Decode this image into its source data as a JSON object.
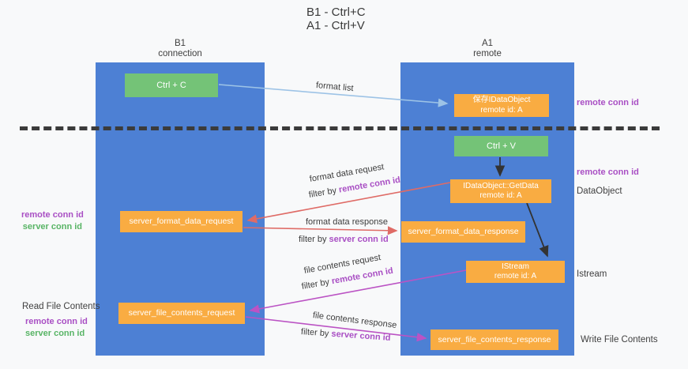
{
  "title": {
    "line1": "B1 - Ctrl+C",
    "line2": "A1 - Ctrl+V"
  },
  "columns": {
    "b1": {
      "name": "B1",
      "role": "connection"
    },
    "a1": {
      "name": "A1",
      "role": "remote"
    }
  },
  "boxes": {
    "ctrl_c": "Ctrl + C",
    "ctrl_v": "Ctrl + V",
    "save_idataobject": {
      "title": "保存IDataObject",
      "subtitle": "remote id: A"
    },
    "getdata": {
      "title": "IDataObject::GetData",
      "subtitle": "remote id: A"
    },
    "istream": {
      "title": "IStream",
      "subtitle": "remote id: A"
    },
    "server_format_data_request": "server_format_data_request",
    "server_format_data_response": "server_format_data_response",
    "server_file_contents_request": "server_file_contents_request",
    "server_file_contents_response": "server_file_contents_response"
  },
  "labels": {
    "format_list": "format list",
    "format_data_request": "format data request",
    "format_data_response": "format data response",
    "file_contents_request": "file contents request",
    "file_contents_response": "file contents response",
    "filter_by": "filter by ",
    "remote_conn_id": "remote conn id",
    "server_conn_id": "server conn id",
    "dataobject": "DataObject",
    "istream": "Istream",
    "read_file_contents": "Read File Contents",
    "write_file_contents": "Write File Contents"
  },
  "colors": {
    "lifeline_blue": "#4d80d4",
    "box_green": "#74c377",
    "box_orange": "#f9ac42",
    "arrow_blue": "#9dc3e6",
    "arrow_red": "#df6b66",
    "arrow_magenta": "#bb53c4",
    "arrow_black": "#333333",
    "conn_id_purple": "#a94fc4",
    "conn_id_green": "#58b465",
    "text_dark": "#3d3d3d"
  }
}
